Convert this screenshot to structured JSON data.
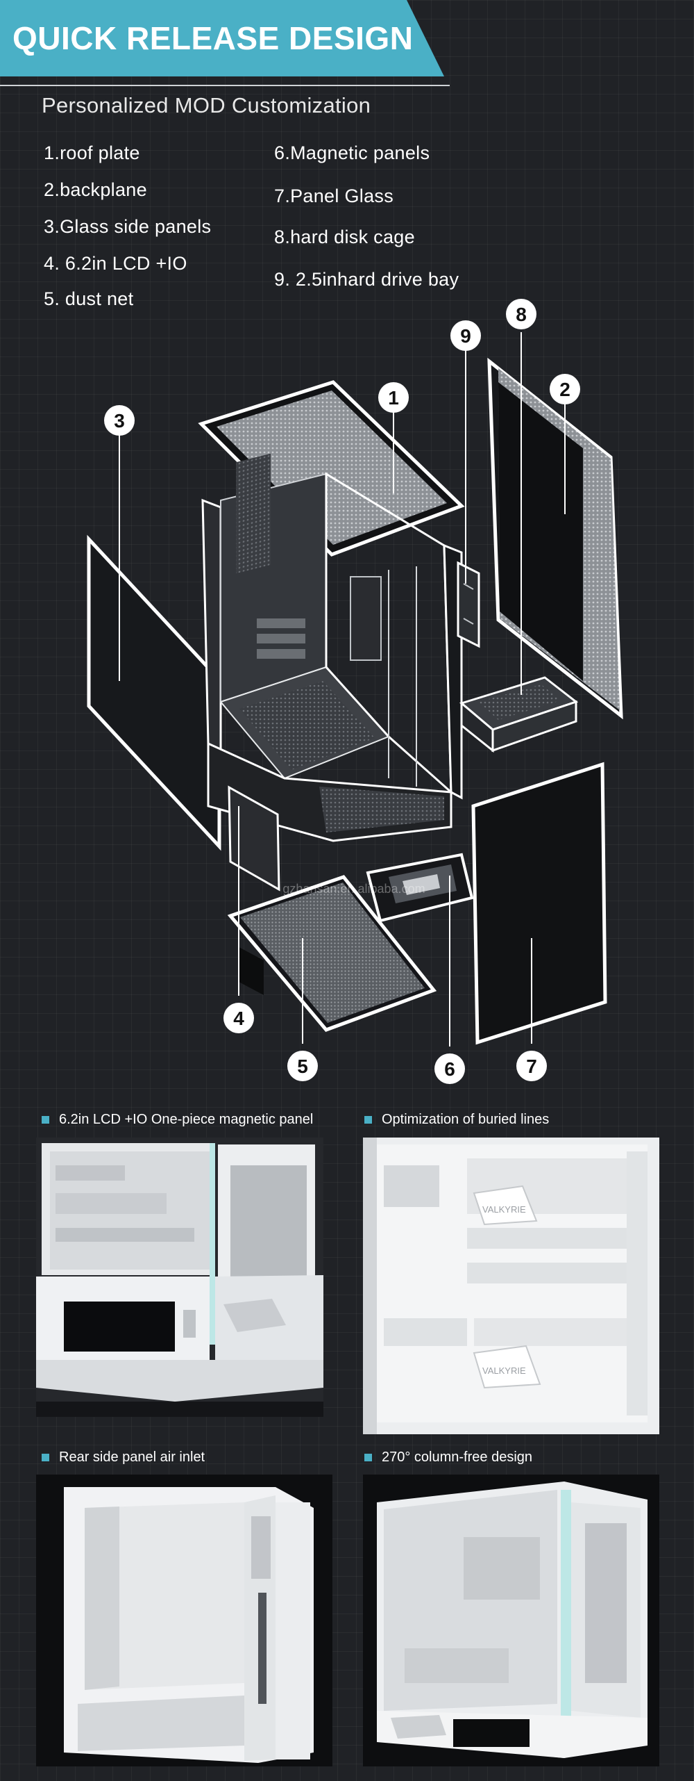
{
  "header": {
    "title": "QUICK RELEASE DESIGN",
    "subtitle": "Personalized MOD Customization"
  },
  "parts": {
    "left": [
      "1.roof plate",
      "2.backplane",
      "3.Glass side panels",
      "4. 6.2in  LCD +IO",
      "5. dust net"
    ],
    "right": [
      "6.Magnetic panels",
      "7.Panel Glass",
      "8.hard disk cage",
      "9. 2.5inhard drive bay"
    ]
  },
  "callouts": [
    "1",
    "2",
    "3",
    "4",
    "5",
    "6",
    "7",
    "8",
    "9"
  ],
  "watermark": "gzhansan.en.alibaba.com",
  "features": [
    {
      "label": "6.2in  LCD +IO One-piece magnetic panel"
    },
    {
      "label": "Optimization of buried lines"
    },
    {
      "label": "Rear side panel air inlet"
    },
    {
      "label": "270° column-free design"
    }
  ],
  "brand_mark": "VALKYRIE",
  "colors": {
    "accent": "#4ab0c6",
    "background": "#202226"
  }
}
